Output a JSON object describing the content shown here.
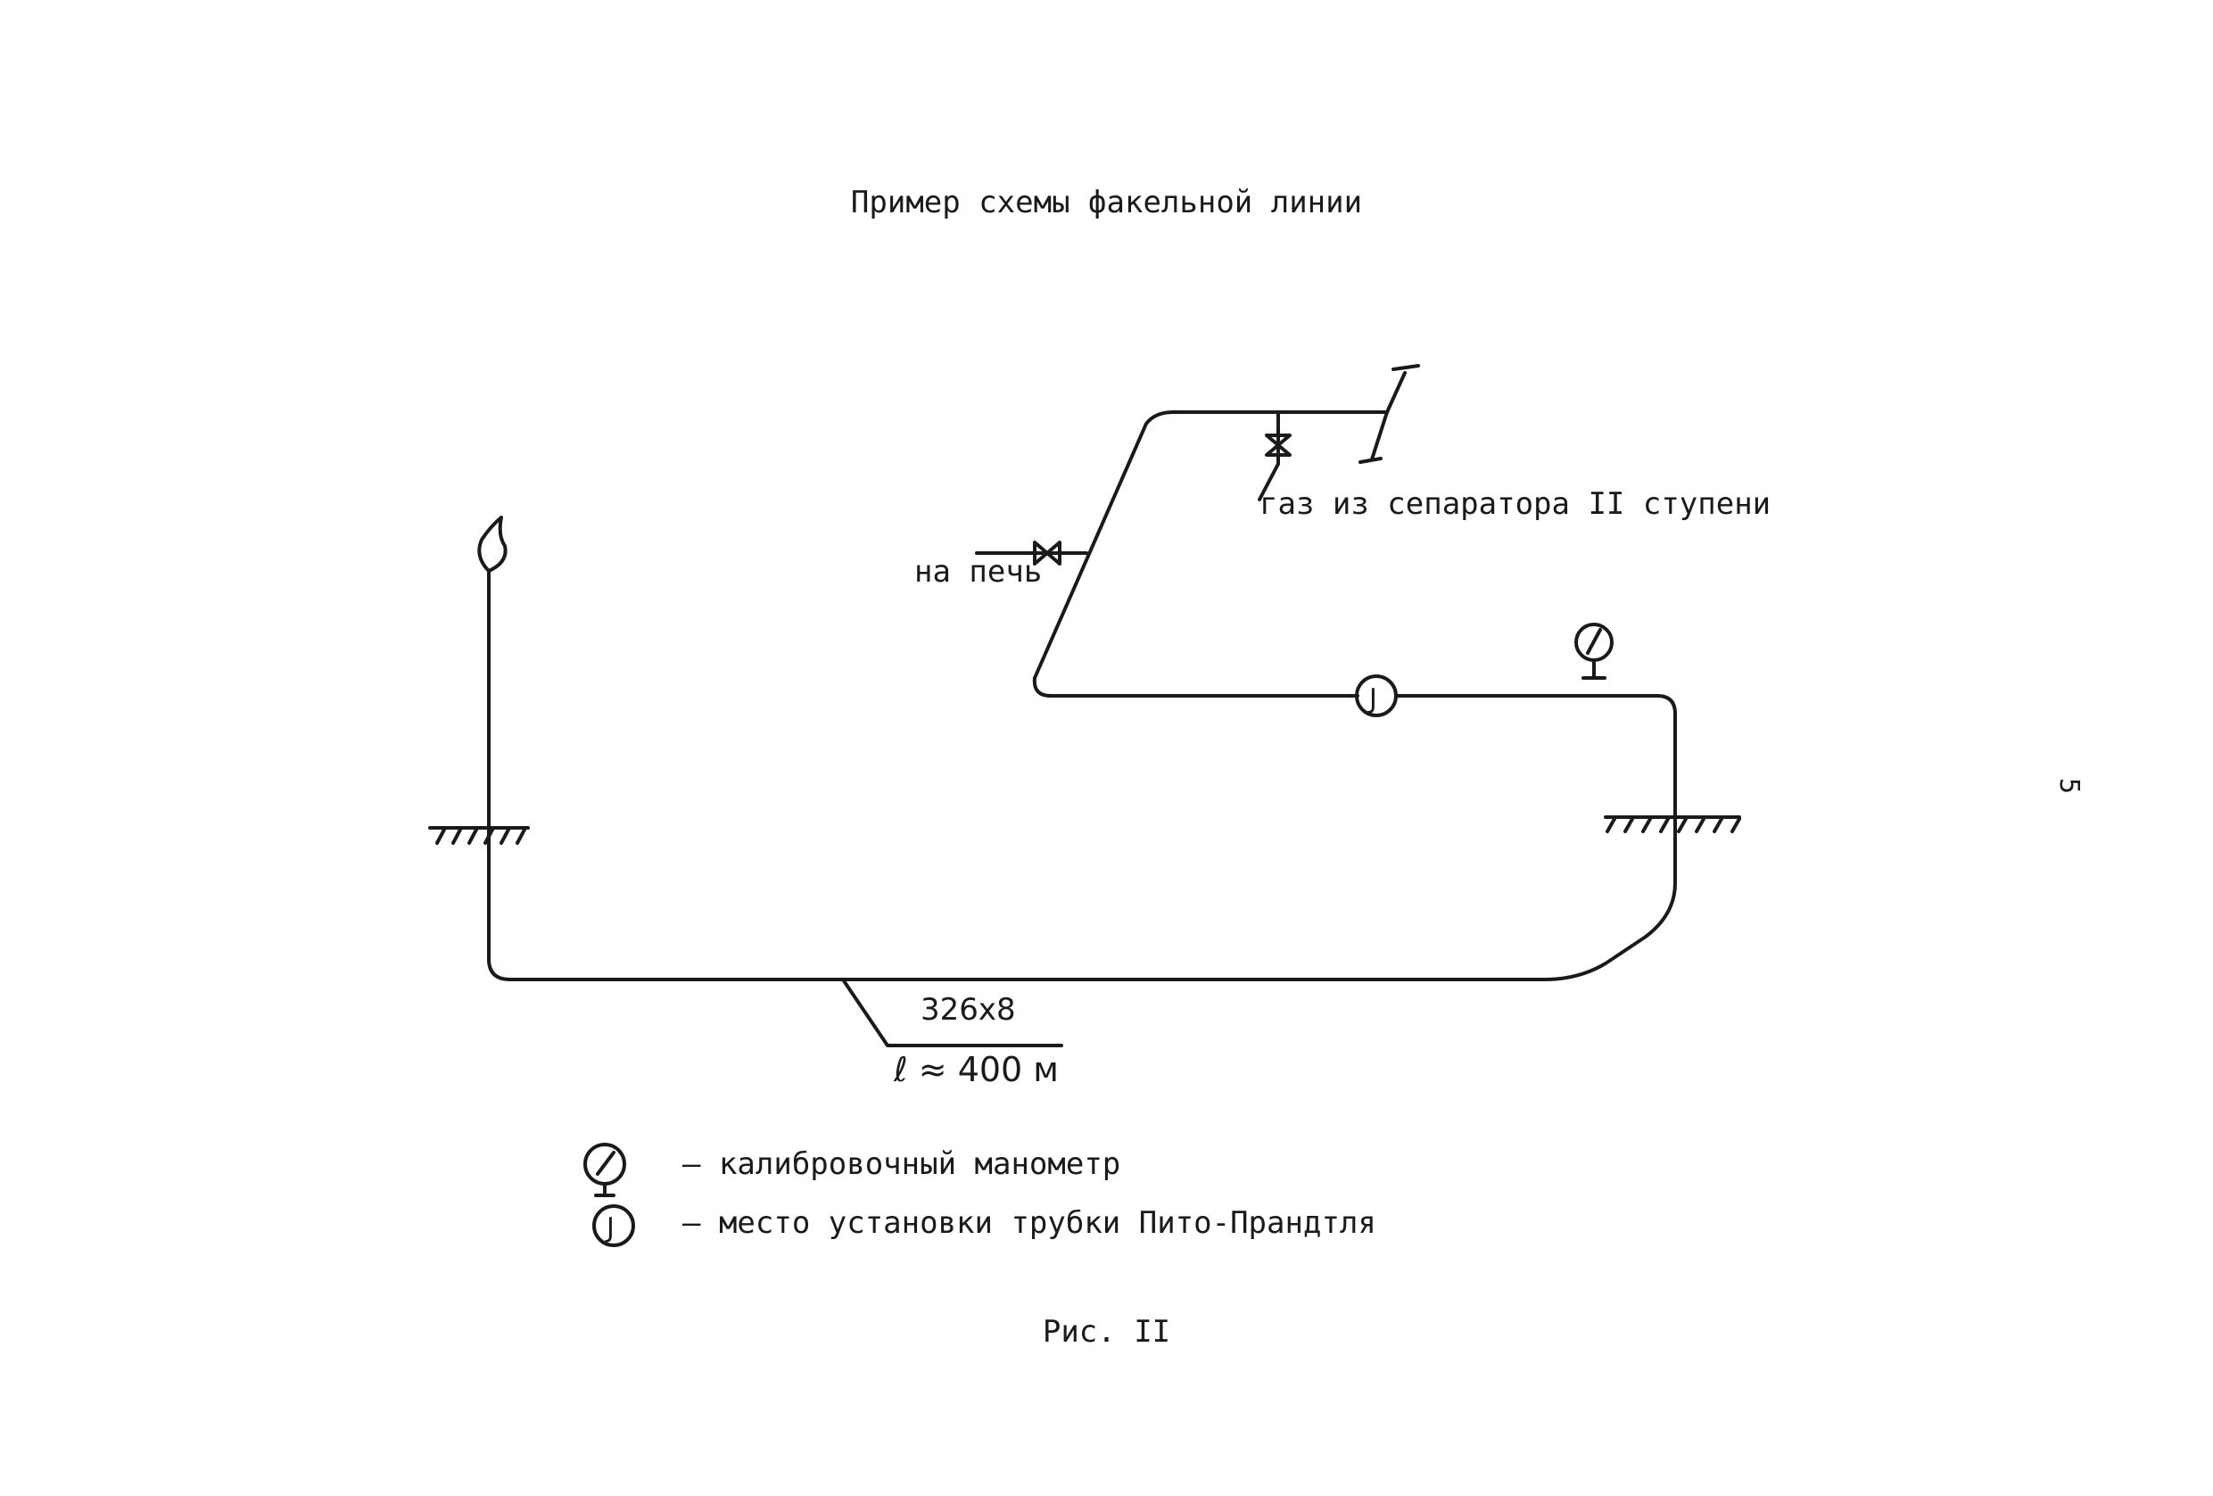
{
  "title": "Пример схемы факельной линии",
  "labels": {
    "gas_source": "газ из сепаратора II ступени",
    "to_furnace": "на печь",
    "pipe_size": "326х8",
    "pipe_length": "ℓ ≈ 400 м"
  },
  "legend": [
    {
      "icon": "manometer-icon",
      "text": "– калибровочный манометр"
    },
    {
      "icon": "pitot-tube-icon",
      "text": "– место установки трубки Пито-Прандтля"
    }
  ],
  "pitot_symbol": "J",
  "caption": "Рис. II",
  "page_mark": "5"
}
